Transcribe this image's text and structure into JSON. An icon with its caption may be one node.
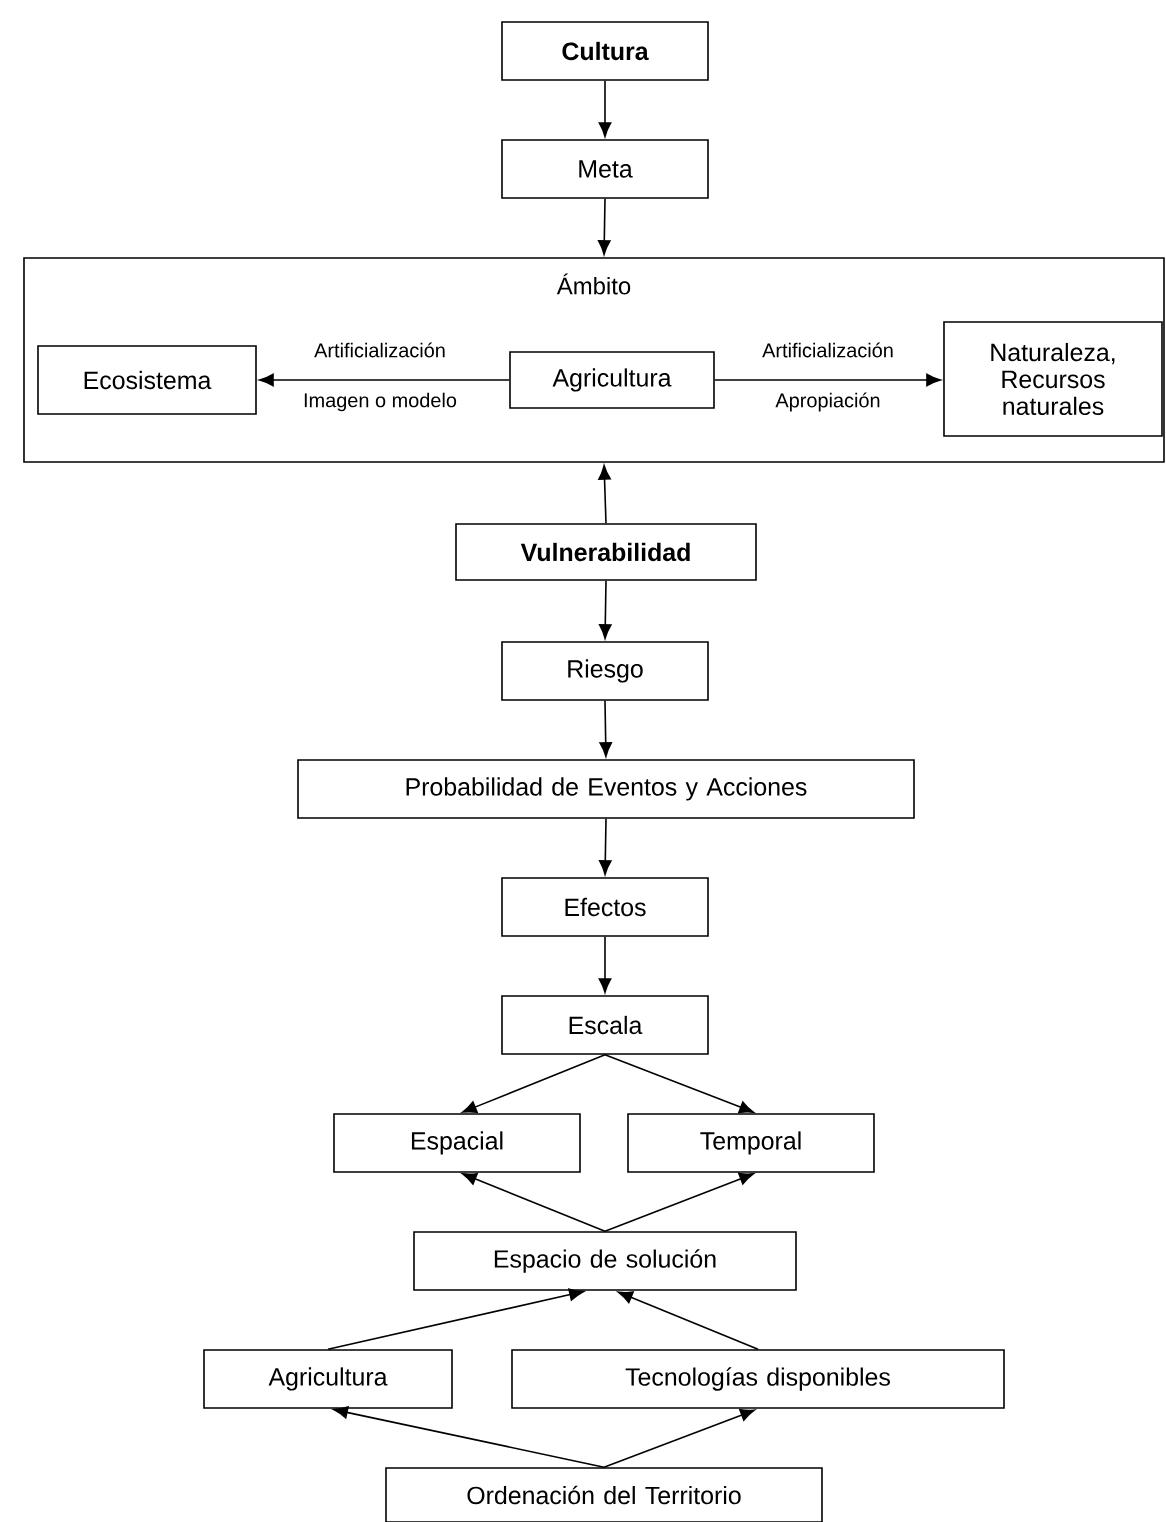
{
  "diagram": {
    "nodes": [
      {
        "text": [
          "Cultura"
        ]
      },
      {
        "text": [
          "Meta"
        ]
      },
      {
        "text": [
          "Ámbito"
        ]
      },
      {
        "text": [
          "Ecosistema"
        ],
        "in": 2
      },
      {
        "text": [
          "Agricultura"
        ],
        "in": 2
      },
      {
        "text": [
          "Naturaleza, Recursos naturales"
        ],
        "in": 2
      },
      {
        "text": [
          "Vulnerabilidad"
        ]
      },
      {
        "text": [
          "Riesgo"
        ]
      },
      {
        "text": [
          "Probabilidad de Eventos y Acciones"
        ]
      },
      {
        "text": [
          "Efectos"
        ]
      },
      {
        "text": [
          "Escala"
        ]
      },
      {
        "text": [
          "Espacial"
        ]
      },
      {
        "text": [
          "Temporal"
        ]
      },
      {
        "text": [
          "Espacio de solución"
        ]
      },
      {
        "text": [
          "Agricultura"
        ]
      },
      {
        "text": [
          "Tecnologías disponibles"
        ]
      },
      {
        "text": [
          "Ordenación del Territorio"
        ]
      }
    ],
    "edges": [
      {
        "from": 0,
        "to": 1,
        "arrow": "to"
      },
      {
        "from": 1,
        "to": 2,
        "arrow": "to"
      },
      {
        "from": 4,
        "to": 3,
        "arrow": "to",
        "label": "Artificialización"
      },
      {
        "from": 4,
        "to": 5,
        "arrow": "to",
        "label": "Artificialización"
      },
      {
        "from": 6,
        "to": 2,
        "arrow": "to"
      },
      {
        "from": 6,
        "to": 7,
        "arrow": "to"
      },
      {
        "from": 7,
        "to": 8,
        "arrow": "to"
      },
      {
        "from": 8,
        "to": 9,
        "arrow": "to"
      },
      {
        "from": 9,
        "to": 10,
        "arrow": "to"
      },
      {
        "from": 10,
        "to": 11,
        "arrow": "to"
      },
      {
        "from": 10,
        "to": 12,
        "arrow": "to"
      },
      {
        "from": 13,
        "to": 11,
        "arrow": "to"
      },
      {
        "from": 13,
        "to": 12,
        "arrow": "to"
      },
      {
        "from": 14,
        "to": 13,
        "arrow": "to"
      },
      {
        "from": 15,
        "to": 13,
        "arrow": "to"
      },
      {
        "from": 16,
        "to": 14,
        "arrow": "to"
      },
      {
        "from": 16,
        "to": 15,
        "arrow": "to"
      }
    ],
    "labels": [
      "Imagen o modelo",
      "Apropiación"
    ]
  }
}
